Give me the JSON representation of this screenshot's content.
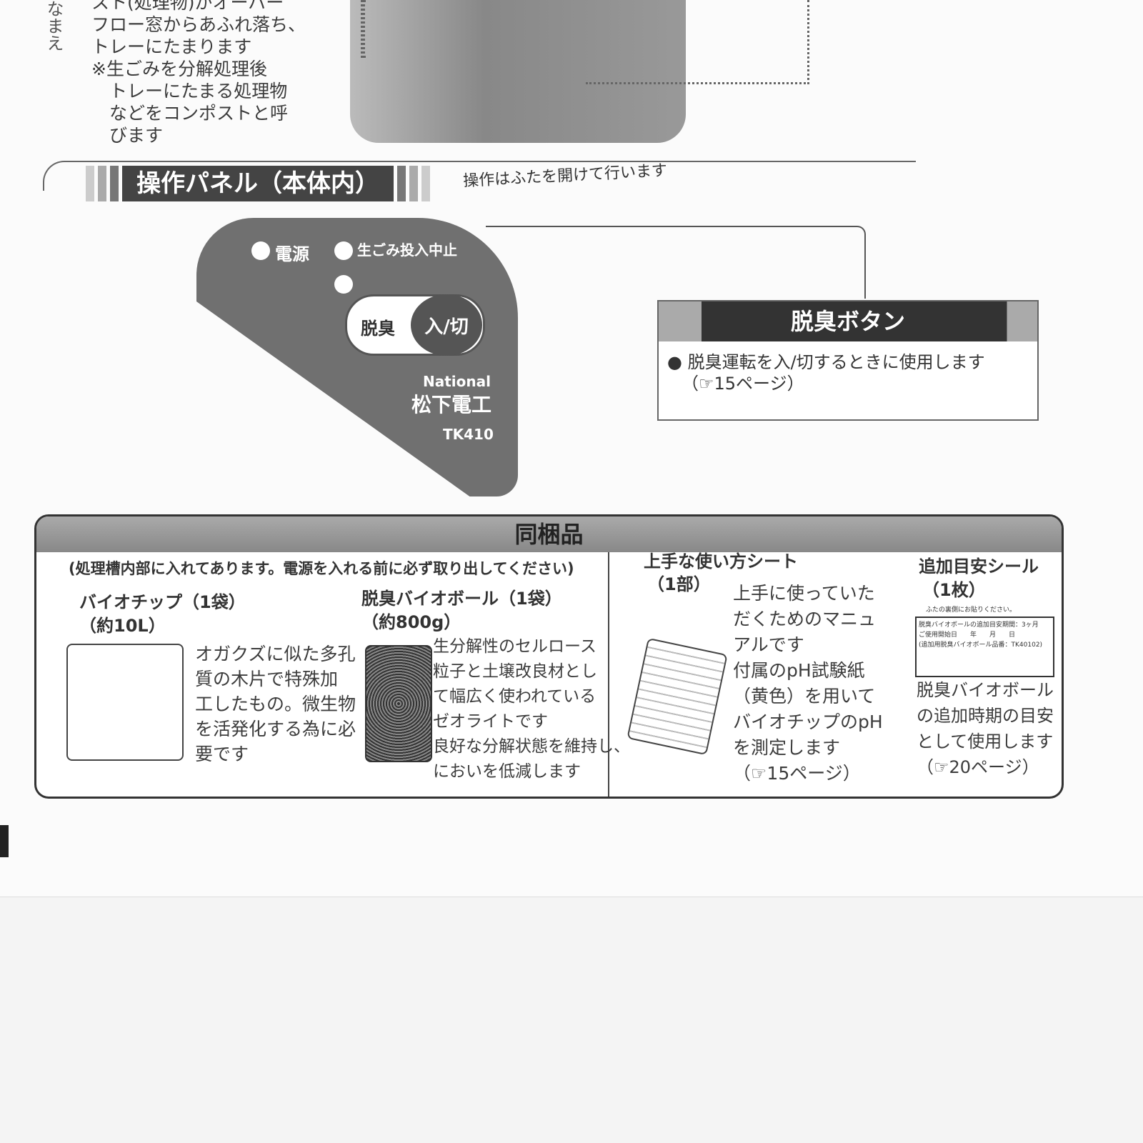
{
  "top": {
    "vertical_label": "なまえ",
    "lines": [
      "スト(処理物)がオーバー",
      "フロー窓からあふれ落ち、",
      "トレーにたまります",
      "※生ごみを分解処理後",
      "　トレーにたまる処理物",
      "　などをコンポストと呼",
      "　びます"
    ]
  },
  "section": {
    "title": "操作パネル（本体内）",
    "note": "操作はふたを開けて行います"
  },
  "panel": {
    "power": "電源",
    "stop": "生ごみ投入中止",
    "deodorize": "脱臭",
    "onoff": "入/切",
    "brand": "National",
    "maker": "松下電工",
    "model": "TK410"
  },
  "callout": {
    "title": "脱臭ボタン",
    "bullet": "脱臭運転を入/切するときに使用します",
    "ref": "（☞15ページ）"
  },
  "box": {
    "title": "同梱品",
    "note": "(処理槽内部に入れてあります。電源を入れる前に必ず取り出してください)",
    "items": [
      {
        "name": "バイオチップ（1袋）",
        "qty": "（約10L）",
        "desc": [
          "オガクズに似た多孔",
          "質の木片で特殊加",
          "工したもの。微生物",
          "を活発化する為に必",
          "要です"
        ]
      },
      {
        "name": "脱臭バイオボール（1袋）",
        "qty": "（約800g）",
        "desc": [
          "生分解性のセルロース",
          "粒子と土壌改良材とし",
          "て幅広く使われている",
          "ゼオライトです",
          "良好な分解状態を維持し、",
          "においを低減します"
        ]
      },
      {
        "name": "上手な使い方シート",
        "qty": "（1部）",
        "desc": [
          "上手に使っていた",
          "だくためのマニュ",
          "アルです",
          "付属のpH試験紙",
          "（黄色）を用いて",
          "バイオチップのpH",
          "を測定します",
          "（☞15ページ）"
        ]
      },
      {
        "name": "追加目安シール",
        "qty": "（1枚）",
        "desc": [
          "脱臭バイオボール",
          "の追加時期の目安",
          "として使用します",
          "（☞20ページ）"
        ]
      }
    ],
    "sticker": {
      "caption": "ふたの裏側にお貼りください。",
      "line1": "脱臭バイオボールの追加目安期間：3ヶ月",
      "line2": "ご使用開始日　　年　　月　　日",
      "line3": "(追加用脱臭バイオボール品番：TK40102)"
    }
  }
}
